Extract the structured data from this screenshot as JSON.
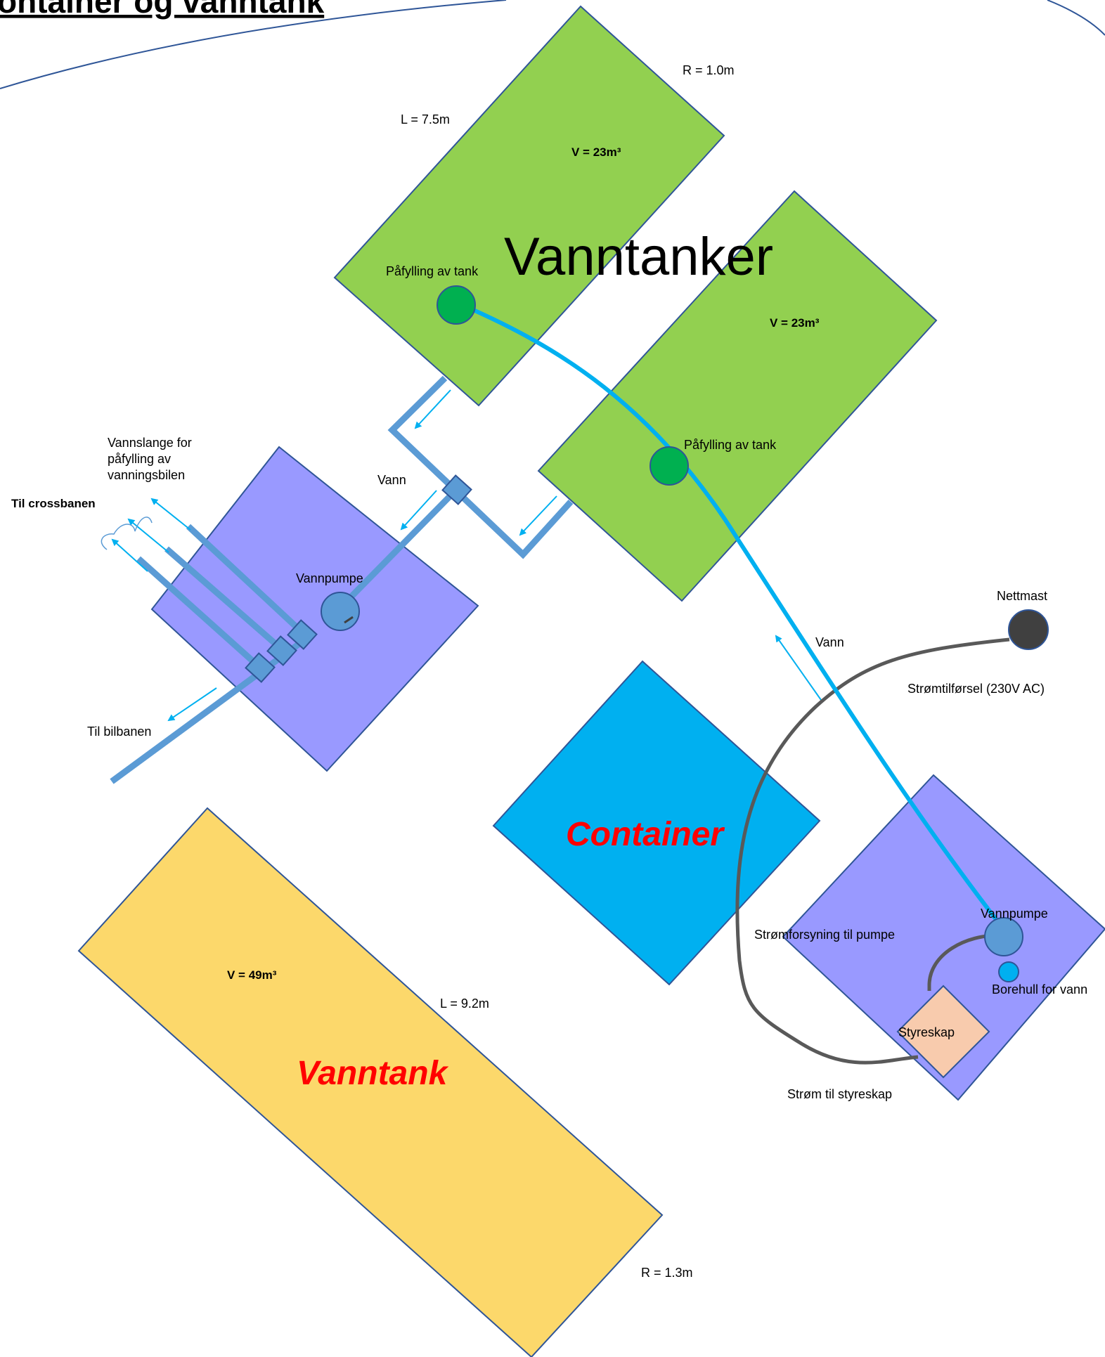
{
  "title": "ontainer og vanntank",
  "colors": {
    "tank_green": "#92d050",
    "pump_purple": "#9999ff",
    "container_blue": "#00b0f0",
    "big_tank_yellow": "#fcd86b",
    "pipe_blue": "#5b9bd5",
    "hose_blue": "#00b0f0",
    "cable_gray": "#595959",
    "control_box": "#f8cbad",
    "fill_point_green": "#00b050",
    "label_red": "#ff0000"
  },
  "water_tanks_small": {
    "label": "Vanntanker",
    "tank1": {
      "volume": "V = 23m³",
      "length": "L = 7.5m",
      "radius": "R = 1.0m",
      "fill_label": "Påfylling av tank"
    },
    "tank2": {
      "volume": "V = 23m³",
      "fill_label": "Påfylling av tank"
    }
  },
  "pump_station_left": {
    "pump_label": "Vannpumpe",
    "water_label": "Vann",
    "hose_label": [
      "Vannslange for",
      "påfylling av",
      "vanningsbilen"
    ],
    "to_cross_track": "Til crossbanen",
    "to_car_track": "Til bilbanen"
  },
  "container": {
    "label": "Container"
  },
  "power": {
    "mast_label": "Nettmast",
    "supply_label": "Strømtilførsel (230V AC)",
    "pump_supply_label": "Strømforsyning til pumpe",
    "cabinet_supply_label": "Strøm til styreskap"
  },
  "pump_station_right": {
    "pump_label": "Vannpumpe",
    "borehole_label": "Borehull for vann",
    "control_cabinet_label": "Styreskap",
    "water_label": "Vann"
  },
  "big_tank": {
    "label": "Vanntank",
    "volume": "V = 49m³",
    "length": "L = 9.2m",
    "radius": "R = 1.3m"
  }
}
